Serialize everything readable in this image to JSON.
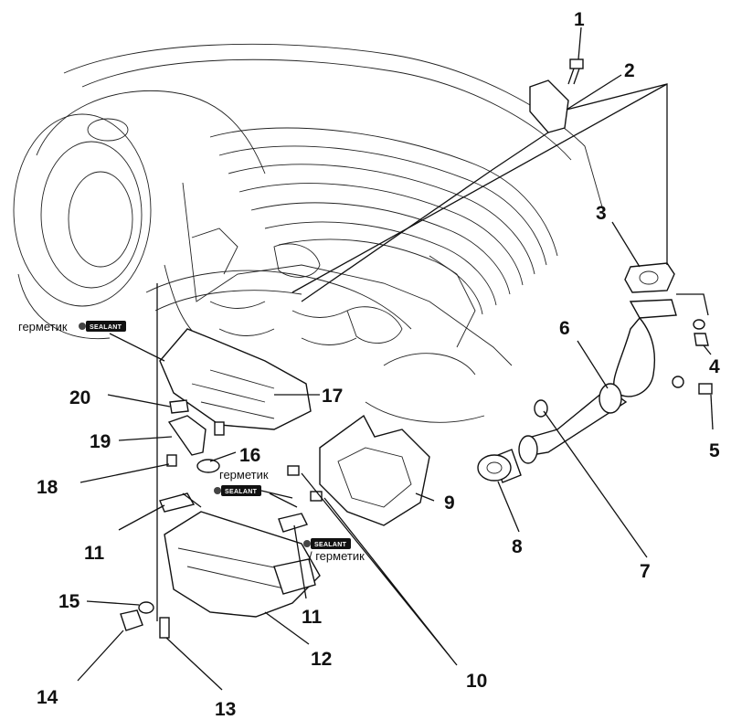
{
  "callouts": {
    "n1": "1",
    "n2": "2",
    "n3": "3",
    "n4": "4",
    "n5": "5",
    "n6": "6",
    "n7": "7",
    "n8": "8",
    "n9": "9",
    "n10": "10",
    "n11a": "11",
    "n11b": "11",
    "n12": "12",
    "n13": "13",
    "n14": "14",
    "n15": "15",
    "n16": "16",
    "n17": "17",
    "n18": "18",
    "n19": "19",
    "n20": "20"
  },
  "labels": {
    "sealant_word": "SEALANT",
    "germetik_a": "герметик",
    "germetik_b": "герметик",
    "germetik_c": "/ герметик"
  }
}
